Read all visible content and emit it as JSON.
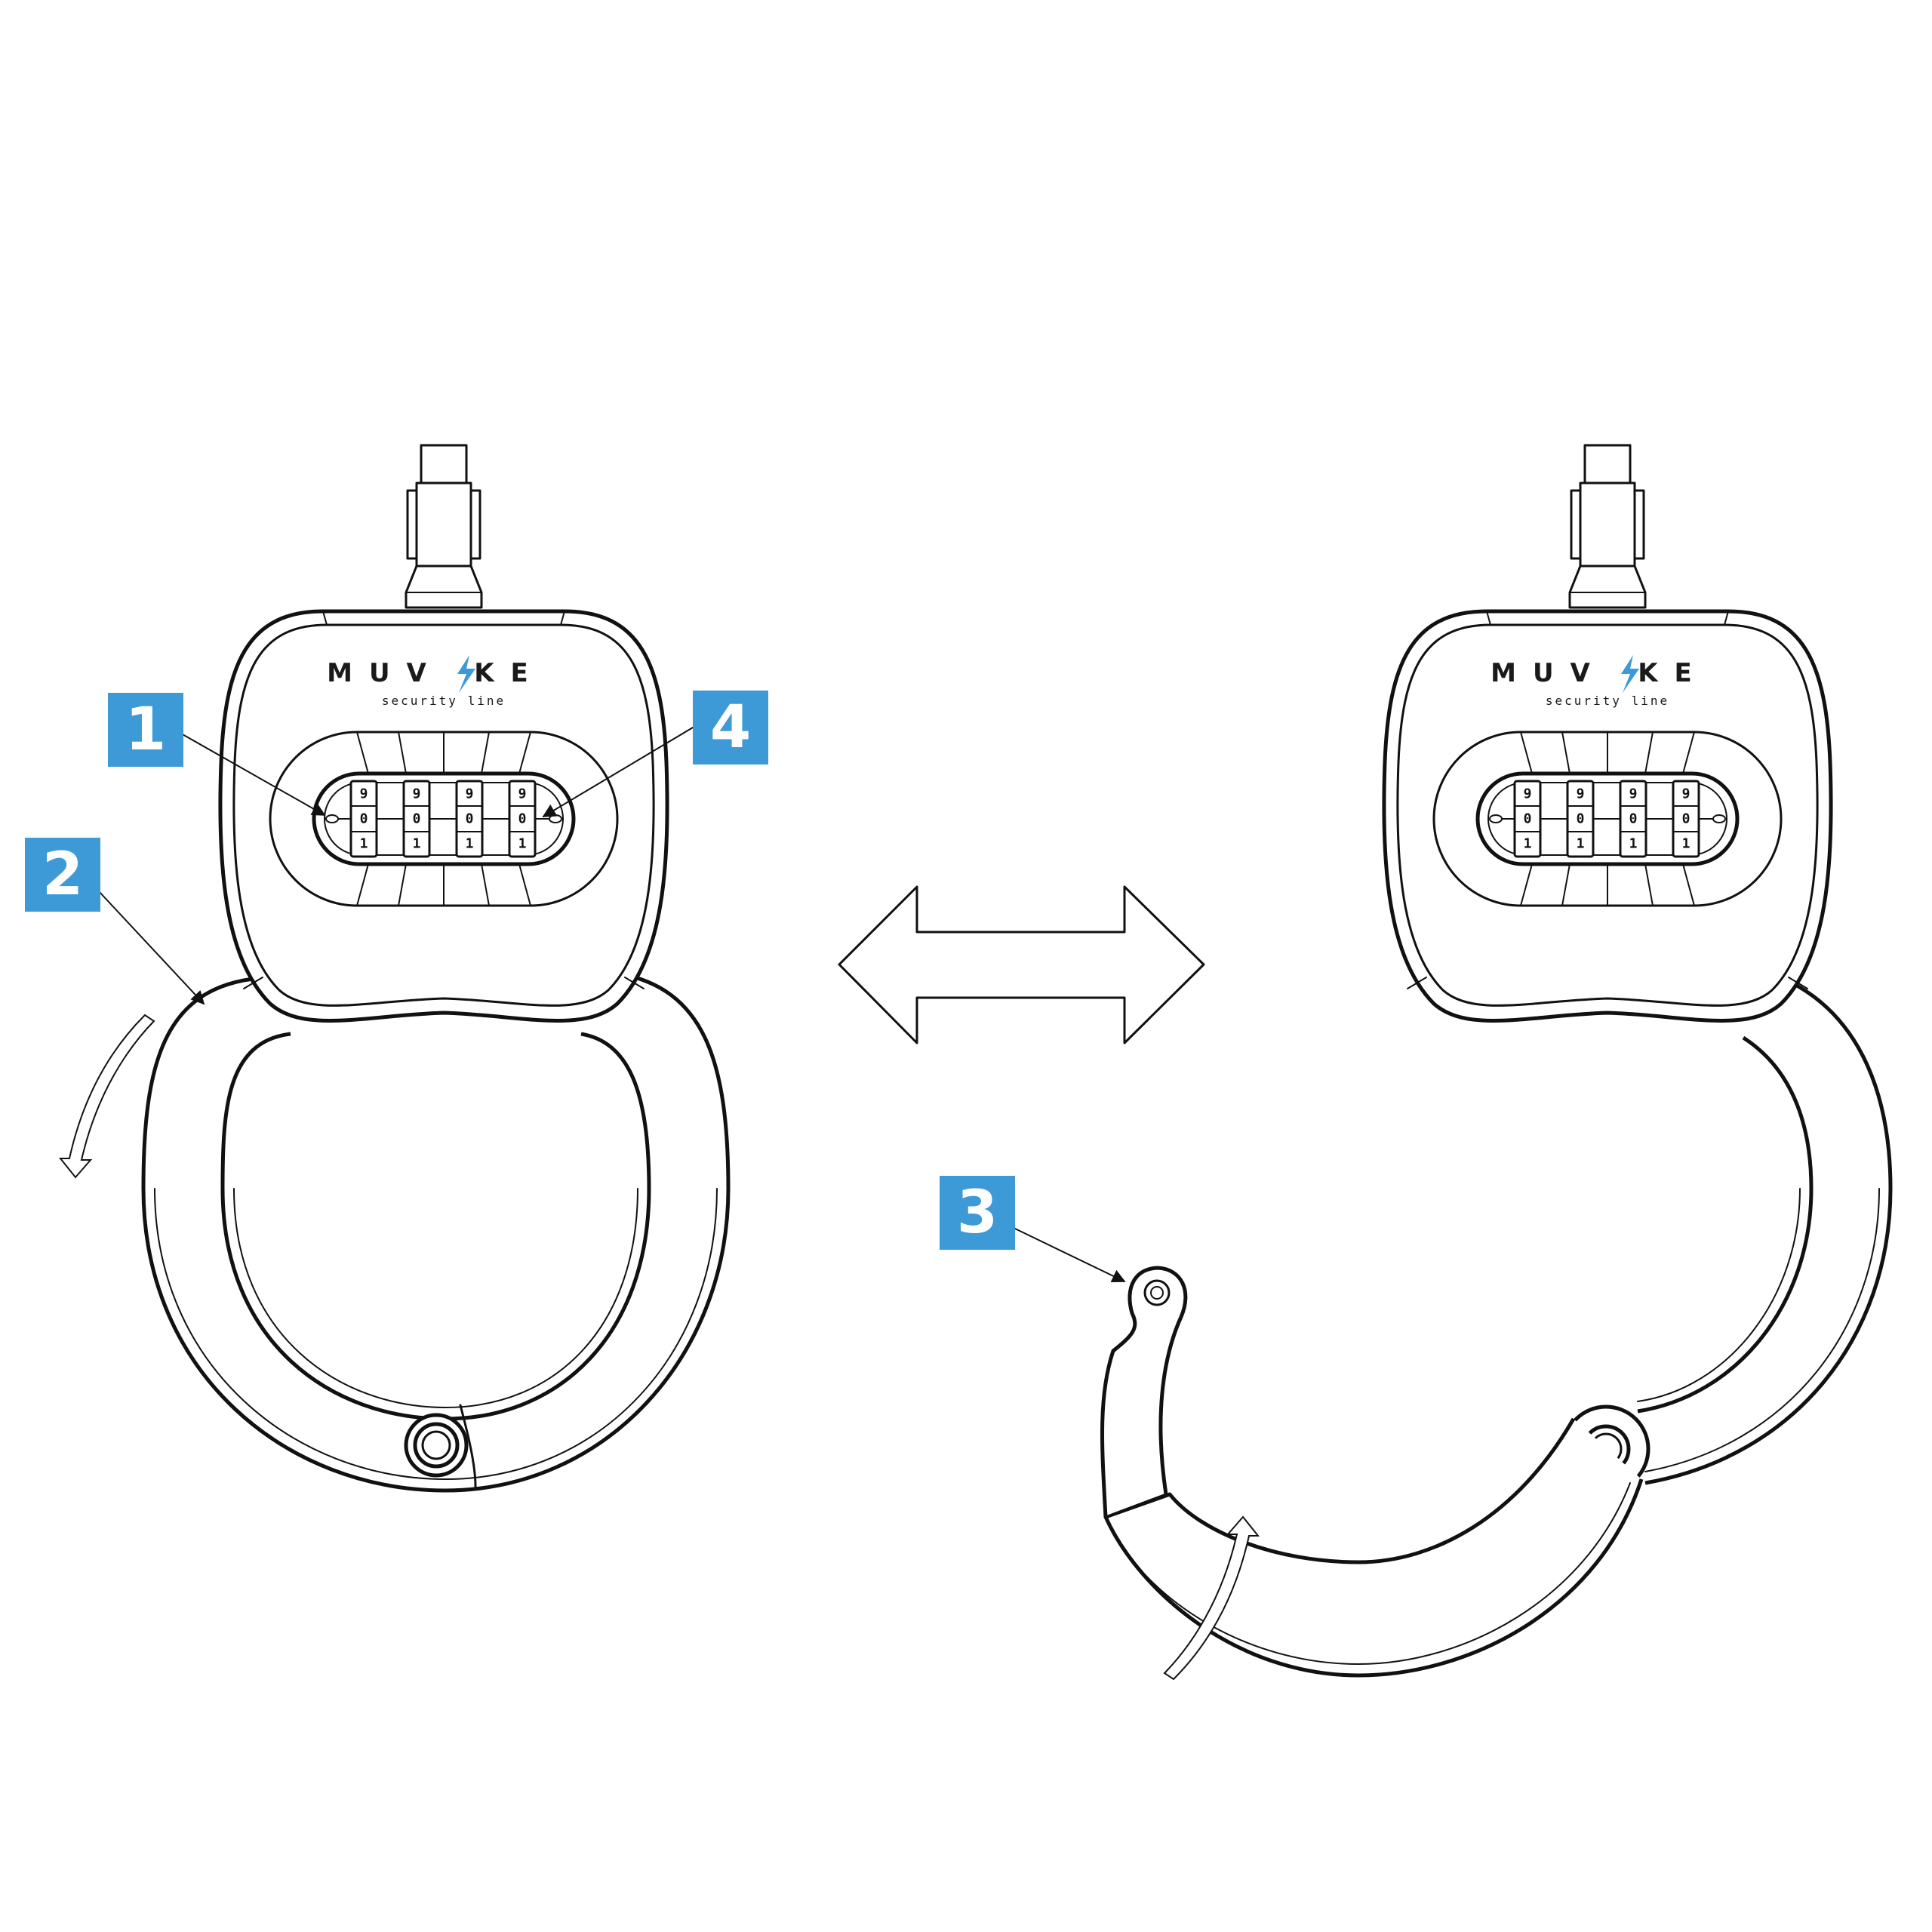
{
  "brand": {
    "wordmark_left": "MUV",
    "wordmark_right": "KE",
    "tagline": "security line",
    "bolt_color": "#3d9ad6"
  },
  "callouts": [
    {
      "label": "1"
    },
    {
      "label": "2"
    },
    {
      "label": "3"
    },
    {
      "label": "4"
    }
  ],
  "dial": {
    "top": "9",
    "middle": "0",
    "bottom": "1"
  },
  "colors": {
    "callout_fill": "#3d9ad6",
    "line": "#111111",
    "background": "#ffffff"
  },
  "icons": {
    "swap": "double-headed-arrow-icon",
    "rotate": "curved-arrow-icon",
    "pointer": "leader-arrow-icon"
  }
}
